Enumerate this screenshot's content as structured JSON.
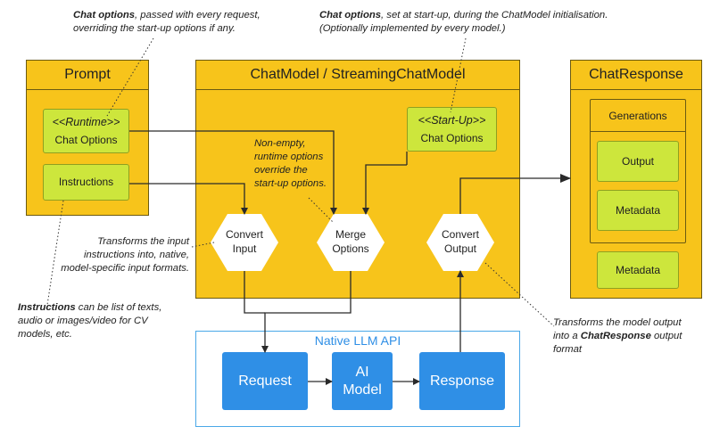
{
  "prompt": {
    "title": "Prompt",
    "runtime_stereotype": "<<Runtime>>",
    "chat_options": "Chat Options",
    "instructions": "Instructions"
  },
  "chatmodel": {
    "title": "ChatModel / StreamingChatModel",
    "startup_stereotype": "<<Start-Up>>",
    "chat_options": "Chat Options",
    "convert_input": [
      "Convert",
      "Input"
    ],
    "merge_options": [
      "Merge",
      "Options"
    ],
    "convert_output": [
      "Convert",
      "Output"
    ],
    "override_note": [
      "Non-empty,",
      "runtime options",
      "override the",
      "start-up options."
    ]
  },
  "chatresponse": {
    "title": "ChatResponse",
    "generations": "Generations",
    "output": "Output",
    "generation_metadata": "Metadata",
    "response_metadata": "Metadata"
  },
  "native_api": {
    "title": "Native LLM API",
    "request": "Request",
    "ai_model": [
      "AI",
      "Model"
    ],
    "response": "Response"
  },
  "notes": {
    "top_left": {
      "bold": "Chat options",
      "line1_rest": ", passed with every  request,",
      "line2": "overriding the start-up options if any."
    },
    "top_right": {
      "bold": "Chat options",
      "line1_rest": ", set at start-up, during  the ChatModel initialisation.",
      "line2": "(Optionally implemented by every model.)"
    },
    "transforms_input": [
      "Transforms the input",
      "instructions into, native,",
      "model-specific input formats."
    ],
    "instructions_note": {
      "bold": "Instructions",
      "line1_rest": " can be list of texts,",
      "line2": "audio or images/video for CV",
      "line3": "models, etc."
    },
    "transforms_output": {
      "line1": "Transforms the model output",
      "line2_pre": "into  a ",
      "line2_bold": "ChatResponse",
      "line2_post": " output",
      "line3": "format"
    }
  },
  "colors": {
    "yellow": "#f7c41b",
    "green": "#cde63c",
    "blue": "#2f8fe6",
    "native_border": "#4aa8e8",
    "native_title": "#2f8fe6"
  }
}
